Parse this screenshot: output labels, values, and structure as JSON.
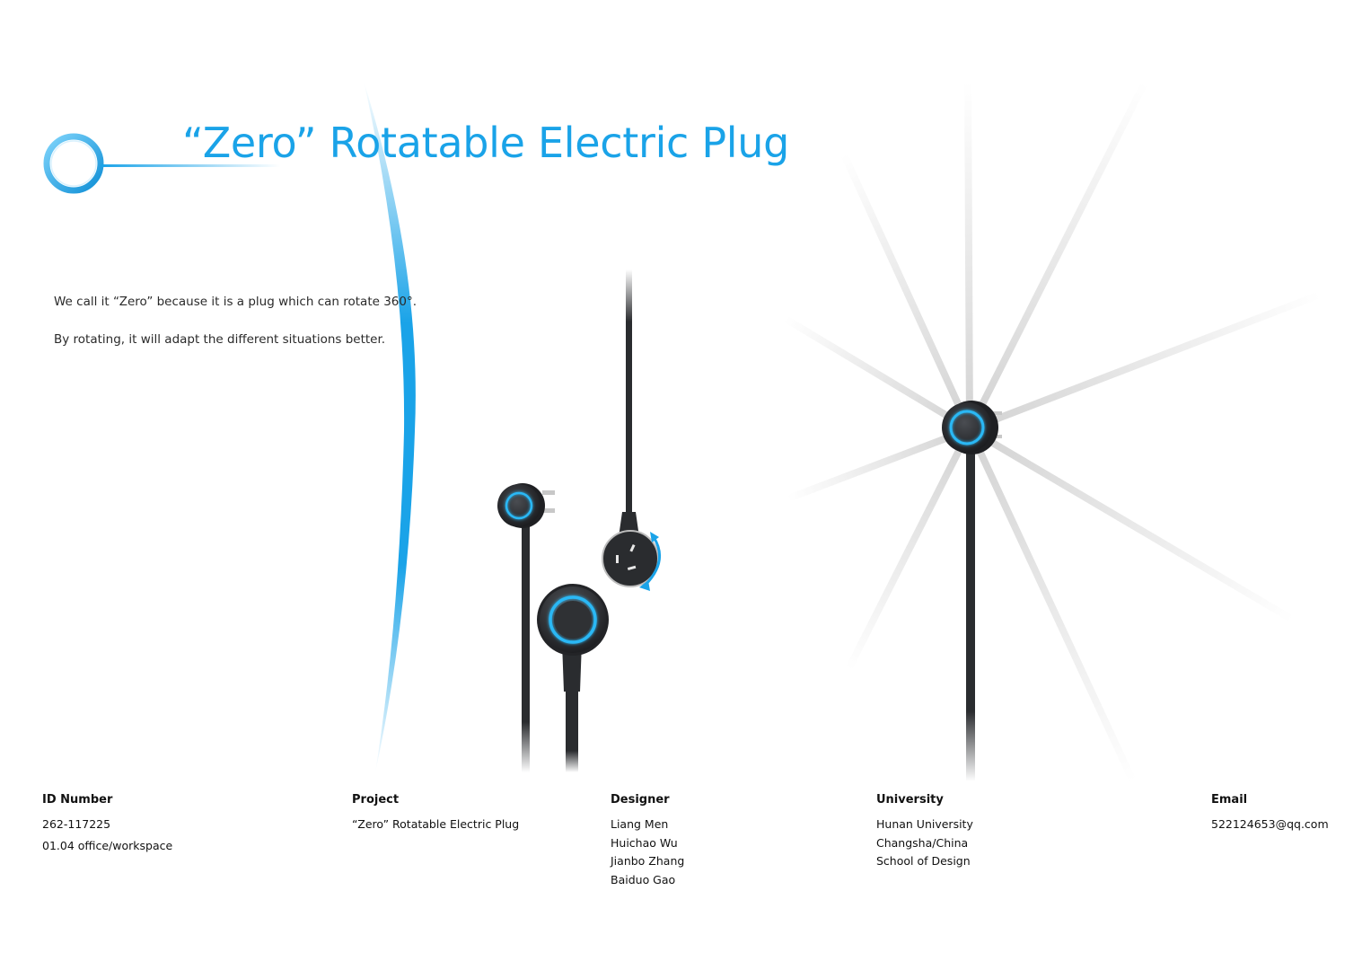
{
  "title": "“Zero” Rotatable Electric Plug",
  "description": [
    "We call it “Zero” because it is a plug which can rotate 360°.",
    "By rotating, it will adapt the different situations better."
  ],
  "info": {
    "id_number": {
      "label": "ID Number",
      "lines": [
        "262-117225",
        "01.04 office/workspace"
      ]
    },
    "project": {
      "label": "Project",
      "lines": [
        "“Zero” Rotatable Electric Plug"
      ]
    },
    "designer": {
      "label": "Designer",
      "lines": [
        "Liang Men",
        "Huichao Wu",
        "Jianbo Zhang",
        "Baiduo Gao"
      ]
    },
    "university": {
      "label": "University",
      "lines": [
        "Hunan University",
        "Changsha/China",
        "School of Design"
      ]
    },
    "email": {
      "label": "Email",
      "lines": [
        "522124653@qq.com"
      ]
    }
  },
  "colors": {
    "accent": "#1aa3e8",
    "plug_body": "#2a2c2f",
    "glow": "#29b8f5",
    "ghost": "#d3d3d3"
  },
  "icons": [
    "logo-ring-icon",
    "rotation-arrow-icon"
  ]
}
